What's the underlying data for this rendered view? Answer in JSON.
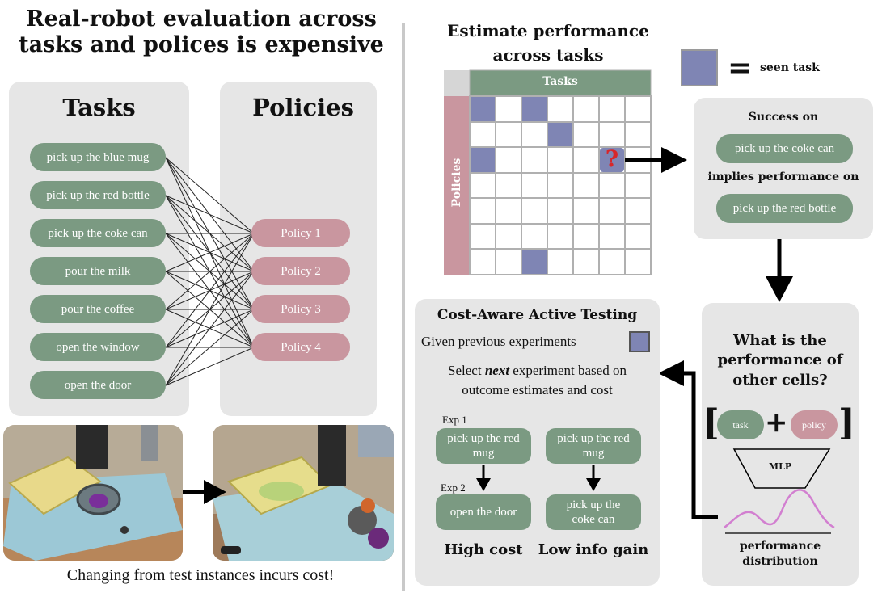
{
  "left": {
    "title": "Real-robot evaluation across tasks and polices is expensive",
    "tasks_heading": "Tasks",
    "policies_heading": "Policies",
    "tasks": [
      "pick up the blue mug",
      "pick up the red bottle",
      "pick up the coke can",
      "pour the milk",
      "pour the coffee",
      "open the window",
      "open the door"
    ],
    "policies": [
      "Policy 1",
      "Policy 2",
      "Policy 3",
      "Policy 4"
    ],
    "caption": "Changing from test instances incurs cost!"
  },
  "matrix": {
    "title_line1": "Estimate performance",
    "title_line2": "across tasks",
    "col_header": "Tasks",
    "row_header": "Policies",
    "question_mark": "?",
    "legend_equals": "=",
    "legend_label": "seen task"
  },
  "success": {
    "heading": "Success on",
    "task": "pick up the coke can",
    "implies": "implies performance on",
    "target": "pick up the red bottle"
  },
  "cost_aware": {
    "title": "Cost-Aware Active Testing",
    "given": "Given previous experiments",
    "select_pre": "Select ",
    "select_em": "next",
    "select_post": " experiment based on",
    "select_line2": "outcome estimates and cost",
    "exp1": "Exp 1",
    "exp2": "Exp 2",
    "left_top": "pick up the red mug",
    "left_bottom": "open the door",
    "right_top": "pick up the red mug",
    "right_bottom": "pick up the coke can",
    "label_left": "High cost",
    "label_right": "Low info gain"
  },
  "perf": {
    "question": "What is the performance of other cells?",
    "bracket_open": "[",
    "bracket_close": "]",
    "plus": "+",
    "task": "task",
    "policy": "policy",
    "mlp": "MLP",
    "dist_line1": "performance",
    "dist_line2": "distribution"
  },
  "colors": {
    "green": "#7b9a82",
    "pink": "#c9969f",
    "seen": "#7f85b4",
    "panel": "#e6e6e6"
  }
}
